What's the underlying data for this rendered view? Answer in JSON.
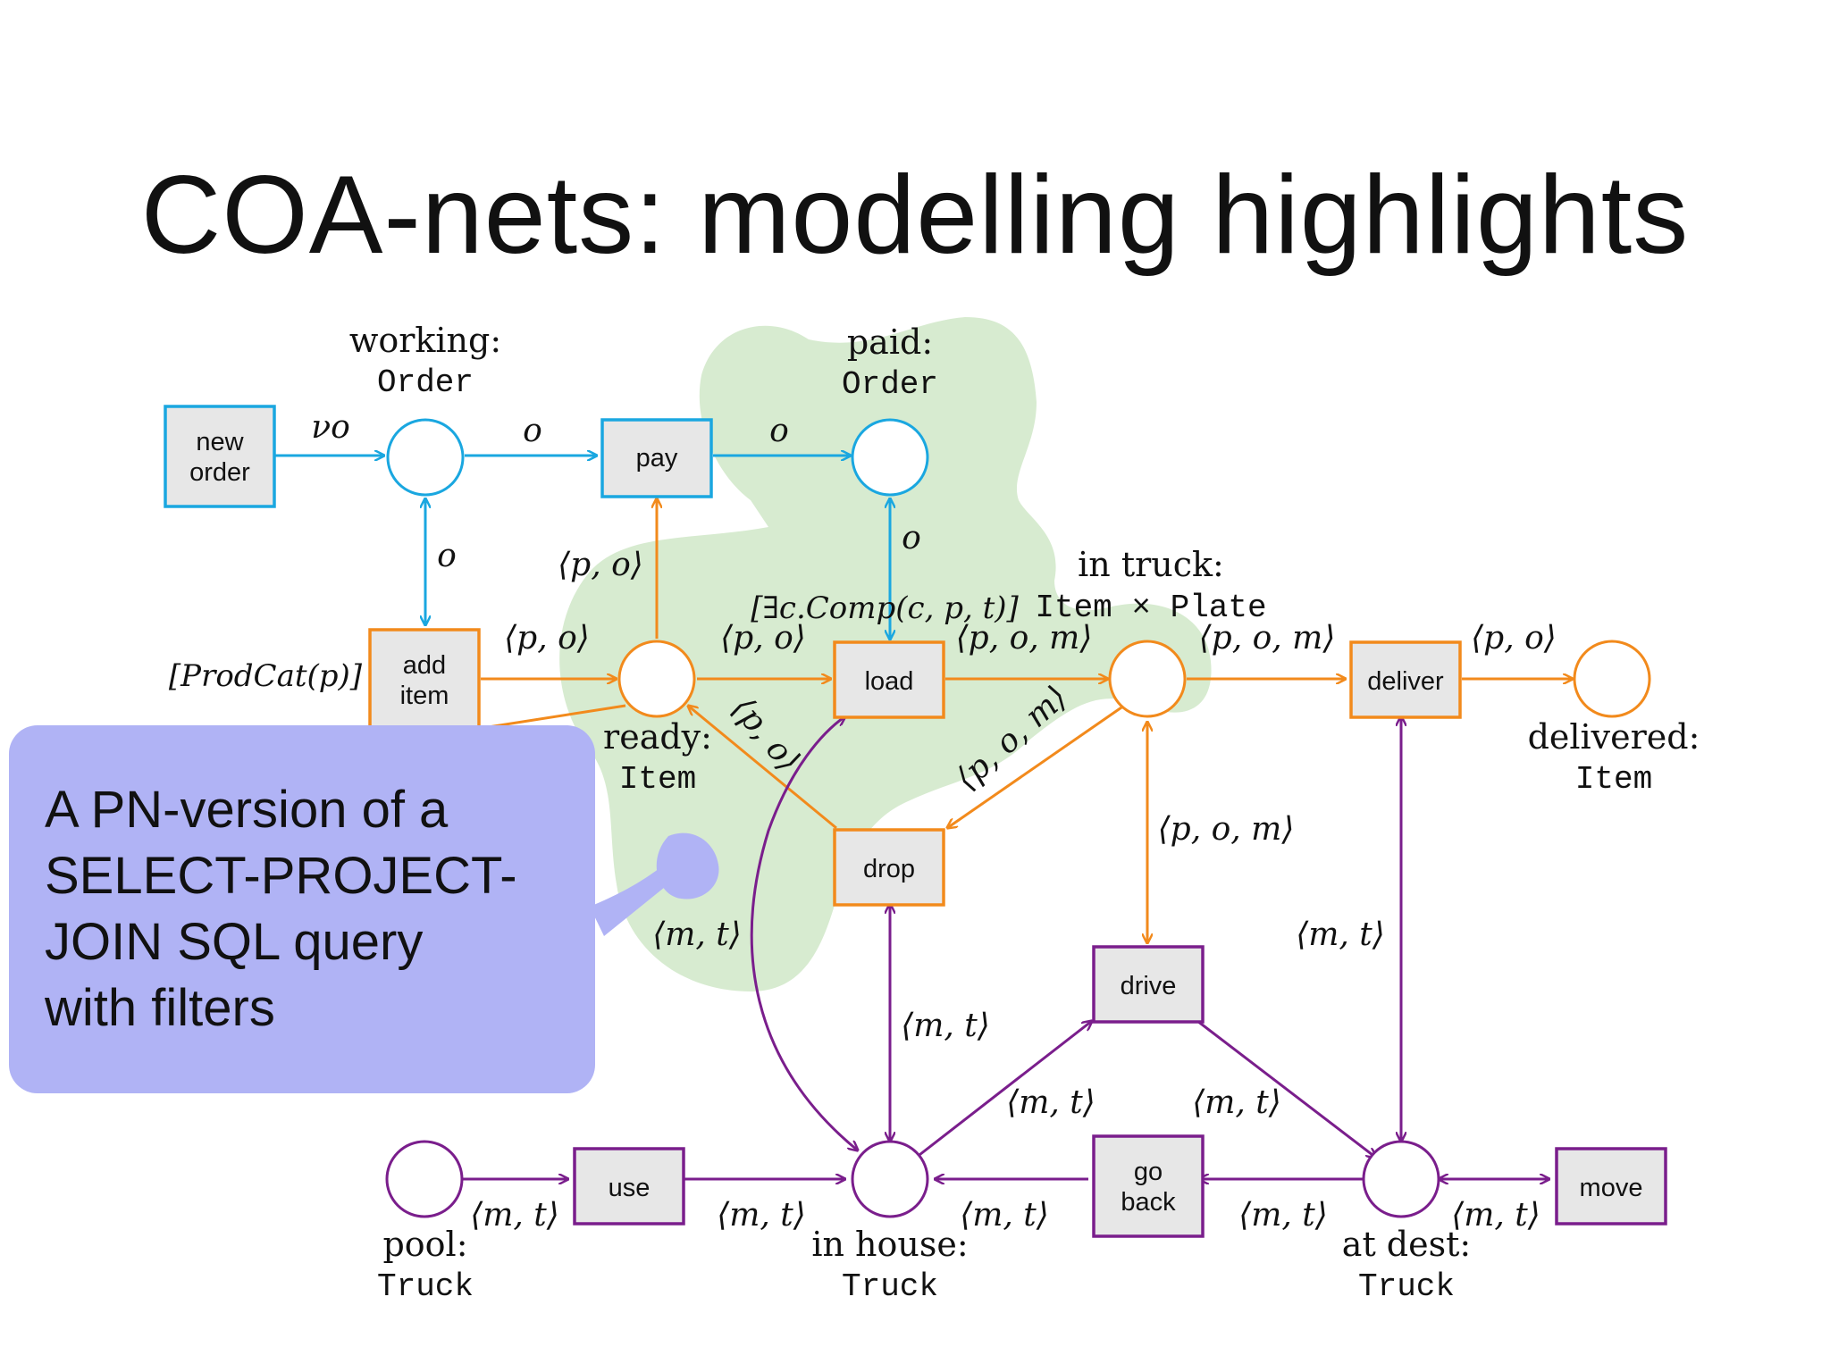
{
  "title": "COA-nets: modelling highlights",
  "colors": {
    "blue": "#1aa7e0",
    "orange": "#f28a1c",
    "purple": "#7a1e8c",
    "green_blob": "#d7ebd0",
    "box_fill": "#e7e7e7",
    "callout": "#b0b3f5"
  },
  "places": {
    "working": {
      "name": "working:",
      "type": "Order"
    },
    "paid": {
      "name": "paid:",
      "type": "Order"
    },
    "ready": {
      "name": "ready:",
      "type": "Item"
    },
    "in_truck": {
      "name": "in truck:",
      "type": "Item × Plate"
    },
    "delivered": {
      "name": "delivered:",
      "type": "Item"
    },
    "pool": {
      "name": "pool:",
      "type": "Truck"
    },
    "in_house": {
      "name": "in house:",
      "type": "Truck"
    },
    "at_dest": {
      "name": "at dest:",
      "type": "Truck"
    }
  },
  "transitions": {
    "new_order": [
      "new",
      "order"
    ],
    "pay": "pay",
    "add_item": [
      "add",
      "item"
    ],
    "load": "load",
    "deliver": "deliver",
    "drop": "drop",
    "drive": "drive",
    "use": "use",
    "go_back": [
      "go",
      "back"
    ],
    "move": "move"
  },
  "arc_labels": {
    "nu_o": "νo",
    "o": "o",
    "p_o": "⟨p, o⟩",
    "p_o_m": "⟨p, o, m⟩",
    "m_t": "⟨m, t⟩"
  },
  "guards": {
    "add_item": "[ProdCat(p)]",
    "load": "[∃c.Comp(c, p, t)]"
  },
  "callout": {
    "lines": [
      "A PN-version of a",
      "SELECT-PROJECT-",
      "JOIN SQL query",
      "with filters"
    ]
  }
}
